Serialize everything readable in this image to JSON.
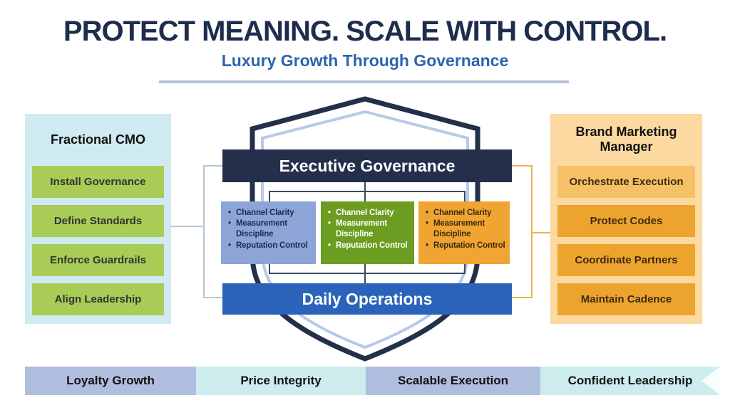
{
  "header": {
    "title": "PROTECT MEANING. SCALE WITH CONTROL.",
    "subtitle": "Luxury Growth Through Governance"
  },
  "left_panel": {
    "title": "Fractional CMO",
    "items": [
      "Install Governance",
      "Define Standards",
      "Enforce Guardrails",
      "Align Leadership"
    ]
  },
  "right_panel": {
    "title": "Brand Marketing Manager",
    "items": [
      "Orchestrate Execution",
      "Protect Codes",
      "Coordinate Partners",
      "Maintain Cadence"
    ]
  },
  "shield": {
    "top_bar": "Executive Governance",
    "bottom_bar": "Daily Operations",
    "pillars": [
      {
        "color": "#8ca5d6",
        "bullets": [
          "Channel Clarity",
          "Measurement Discipline",
          "Reputation Control"
        ]
      },
      {
        "color": "#6b9d20",
        "bullets": [
          "Channel Clarity",
          "Measurement Discipline",
          "Reputation Control"
        ]
      },
      {
        "color": "#f0a431",
        "bullets": [
          "Channel Clarity",
          "Measurement Discipline",
          "Reputation Control"
        ]
      }
    ]
  },
  "footer": {
    "segments": [
      "Loyalty Growth",
      "Price Integrity",
      "Scalable Execution",
      "Confident Leadership"
    ]
  },
  "colors": {
    "title_navy": "#1e2c4e",
    "subtitle_blue": "#2d64ad",
    "divider": "#b3c3da",
    "exec_bar": "#232f4b",
    "daily_bar": "#2c63ba",
    "left_panel_bg": "#cfeaf0",
    "green_item": "#a9cc57",
    "right_panel_bg": "#fcd9a0",
    "orange_item": "#eca42e",
    "orange_item_light": "#f5c167",
    "pillar_blue": "#8ca5d6",
    "pillar_green": "#6b9d20",
    "pillar_orange": "#f0a431",
    "footer_periwinkle": "#afbede",
    "footer_cyan": "#cdecee",
    "shield_outer": "#233049",
    "shield_inner": "#b7c9e9",
    "connector_left": "#b8c5d6",
    "connector_right": "#f0b34f",
    "connector_dark": "#3c4961"
  }
}
